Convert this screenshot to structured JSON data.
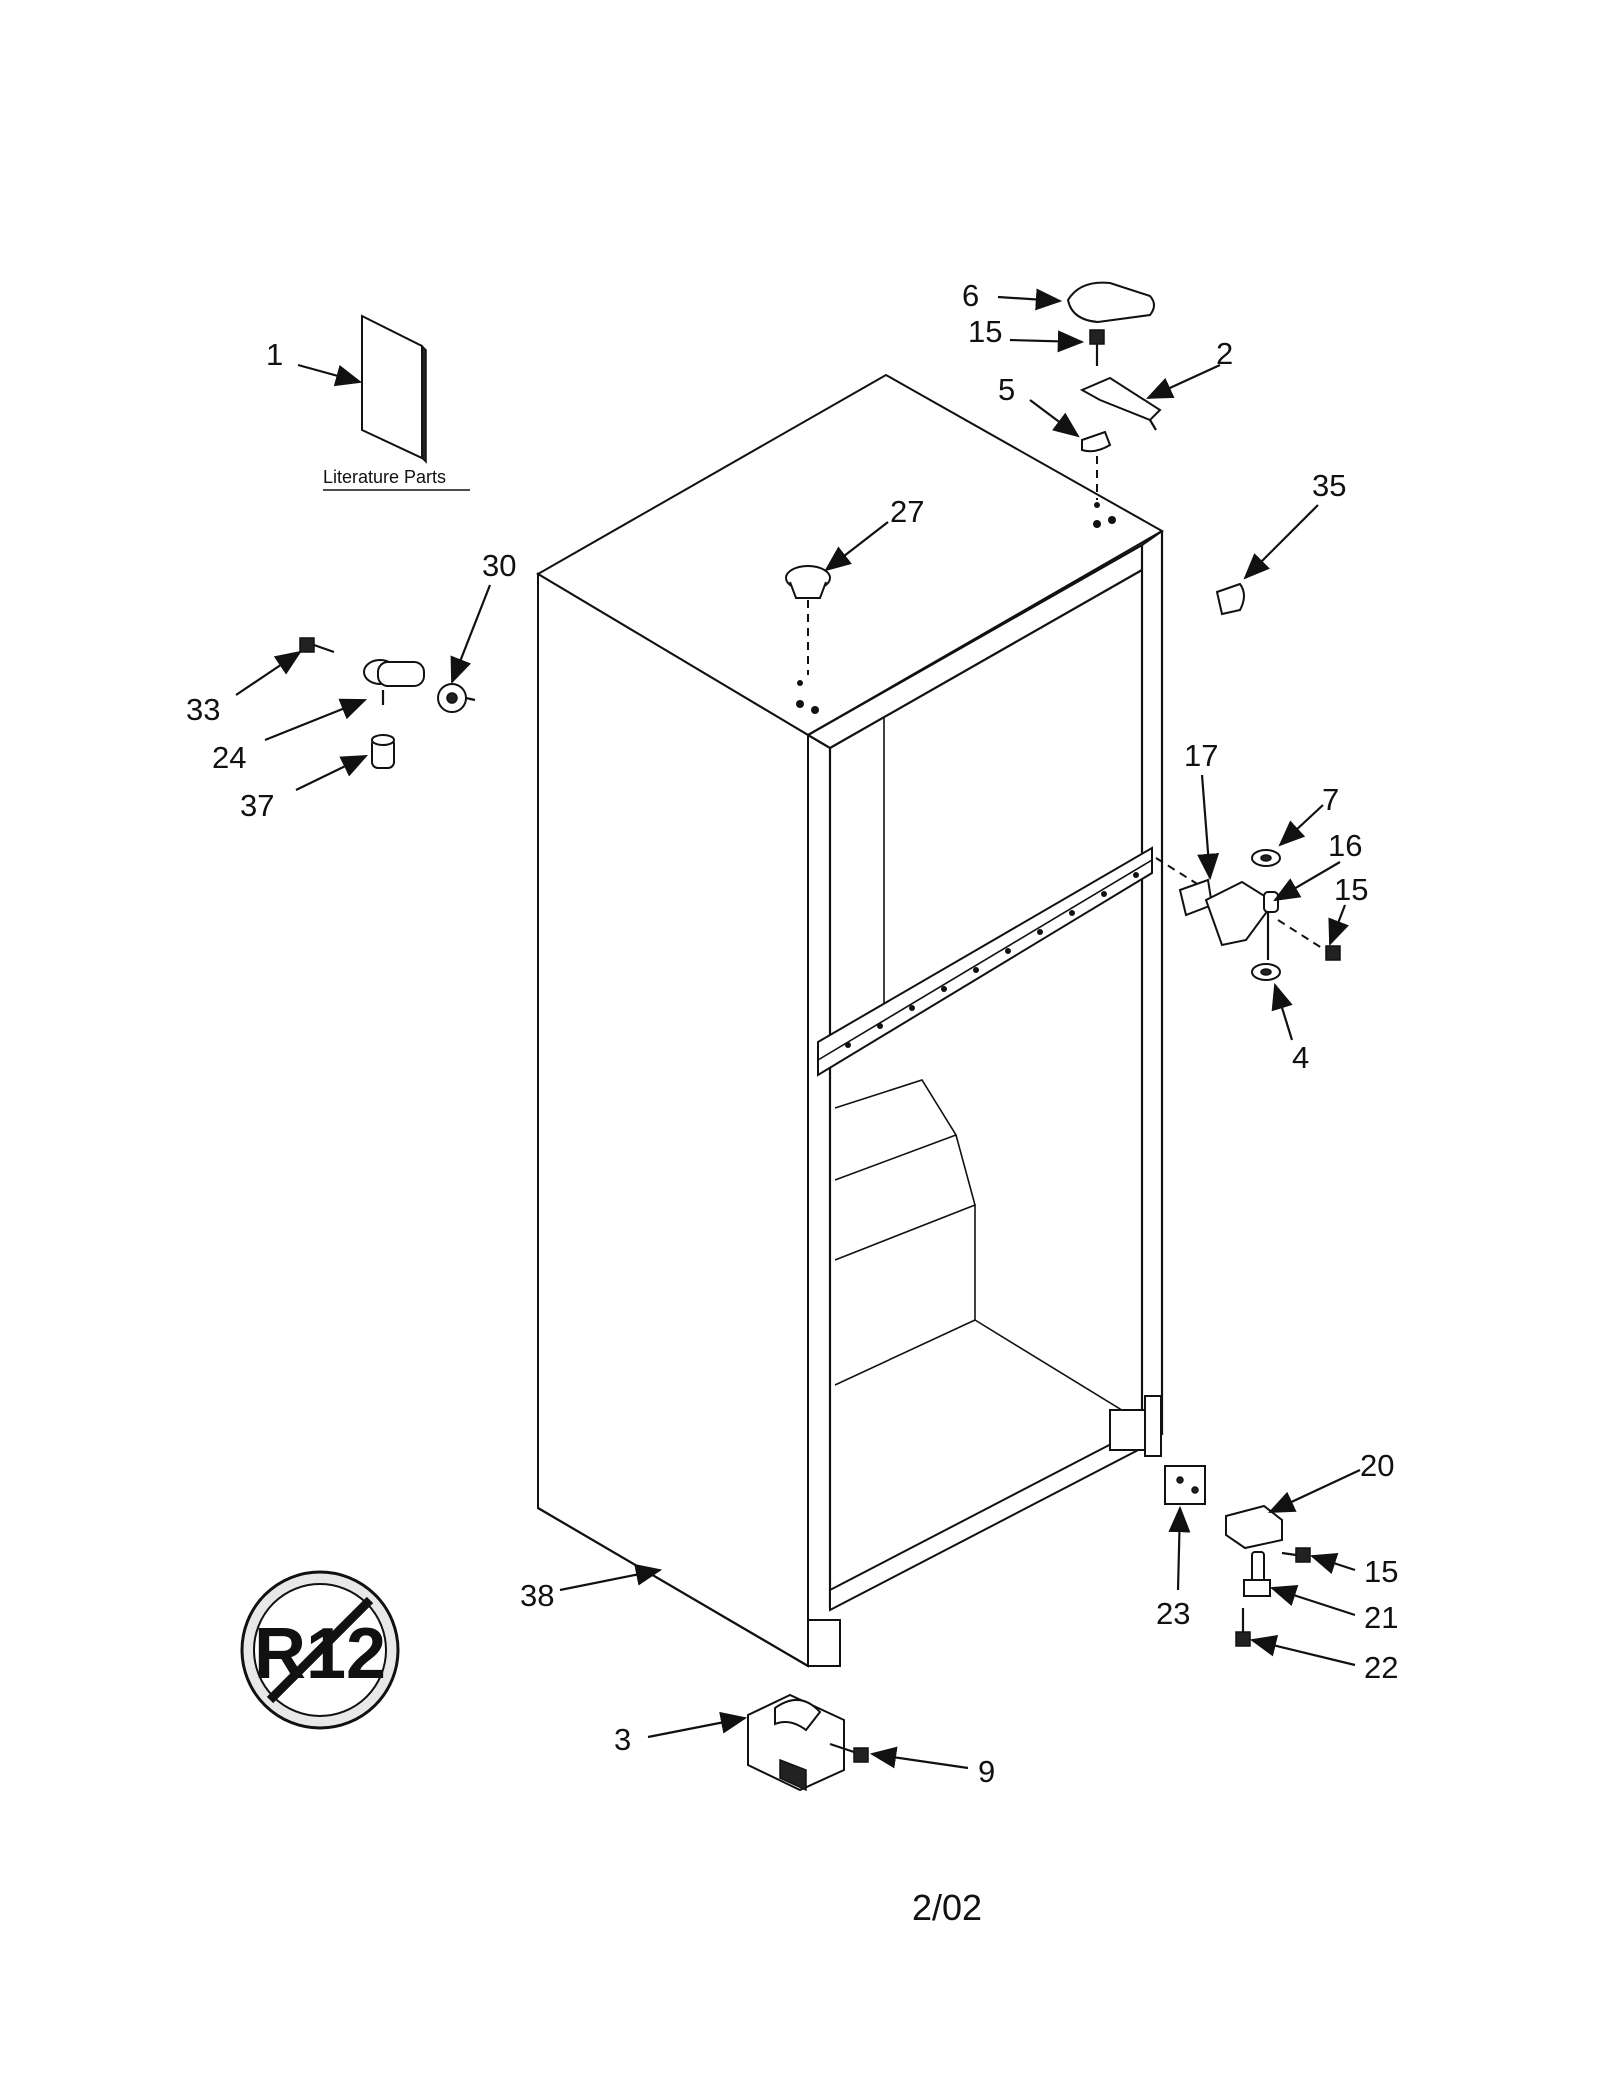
{
  "diagram": {
    "literature_label": "Literature Parts",
    "date": "2/02",
    "callouts": {
      "c1": "1",
      "c6": "6",
      "c15a": "15",
      "c2": "2",
      "c5": "5",
      "c35": "35",
      "c27": "27",
      "c30": "30",
      "c33": "33",
      "c24": "24",
      "c37": "37",
      "c17": "17",
      "c7": "7",
      "c16": "16",
      "c15b": "15",
      "c4": "4",
      "c20": "20",
      "c15c": "15",
      "c23": "23",
      "c21": "21",
      "c22": "22",
      "c38": "38",
      "c3": "3",
      "c9": "9"
    },
    "badge_text": "R12",
    "colors": {
      "ink": "#111111",
      "background": "#ffffff"
    }
  }
}
